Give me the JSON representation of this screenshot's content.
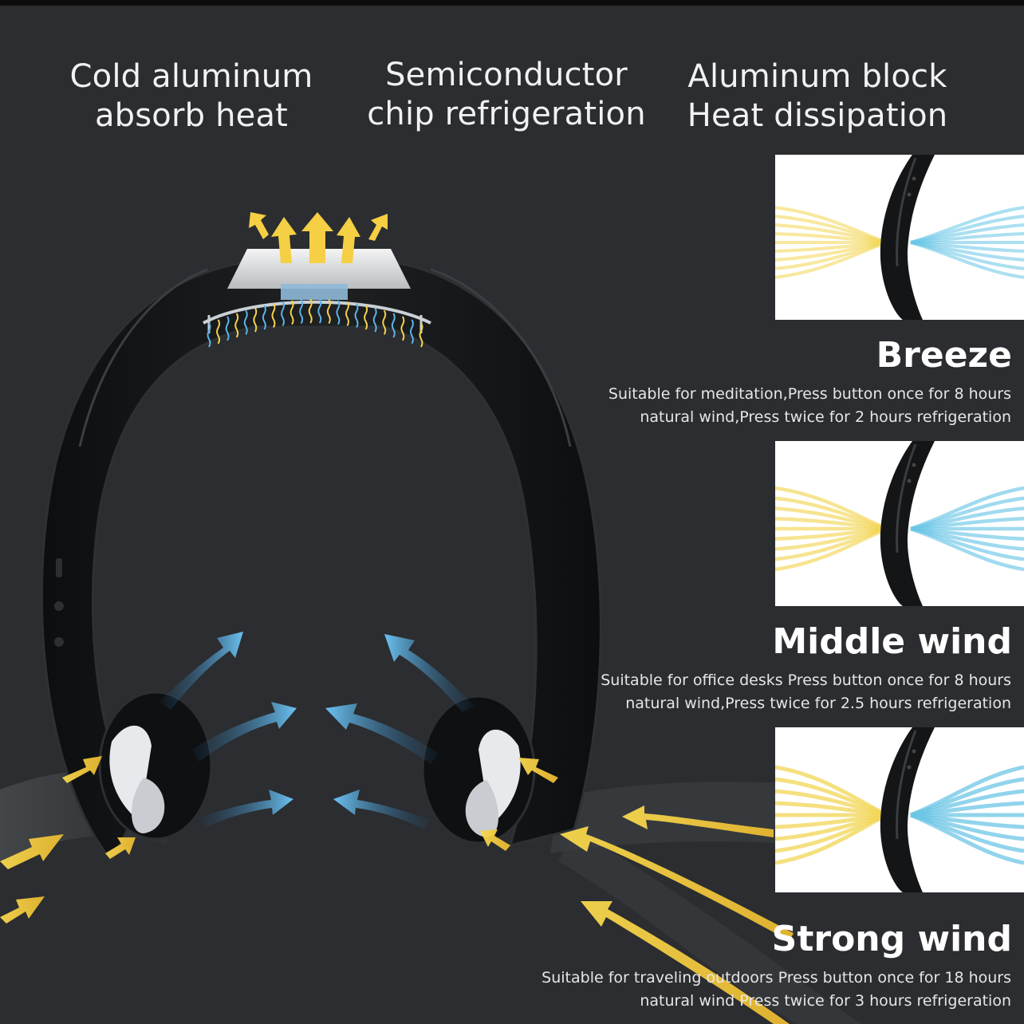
{
  "labels": {
    "cold_aluminum": {
      "line1": "Cold aluminum",
      "line2": "absorb heat"
    },
    "semiconductor": {
      "line1": "Semiconductor",
      "line2": "chip refrigeration"
    },
    "aluminum_block": {
      "line1": "Aluminum block",
      "line2": "Heat dissipation"
    }
  },
  "modes": [
    {
      "title": "Breeze",
      "desc_line1": "Suitable for meditation,Press button once for 8 hours",
      "desc_line2": "natural wind,Press twice for 2 hours refrigeration"
    },
    {
      "title": "Middle wind",
      "desc_line1": "Suitable for office desks Press button once for 8 hours",
      "desc_line2": "natural wind,Press twice for 2.5 hours refrigeration"
    },
    {
      "title": "Strong wind",
      "desc_line1": "Suitable for traveling outdoors Press button once for 18 hours",
      "desc_line2": "natural wind  Press twice for 3 hours refrigeration"
    }
  ],
  "colors": {
    "background": "#2b2d30",
    "warm_air": "#f2d24a",
    "cool_air": "#5ab4ea",
    "device": "#141516"
  }
}
